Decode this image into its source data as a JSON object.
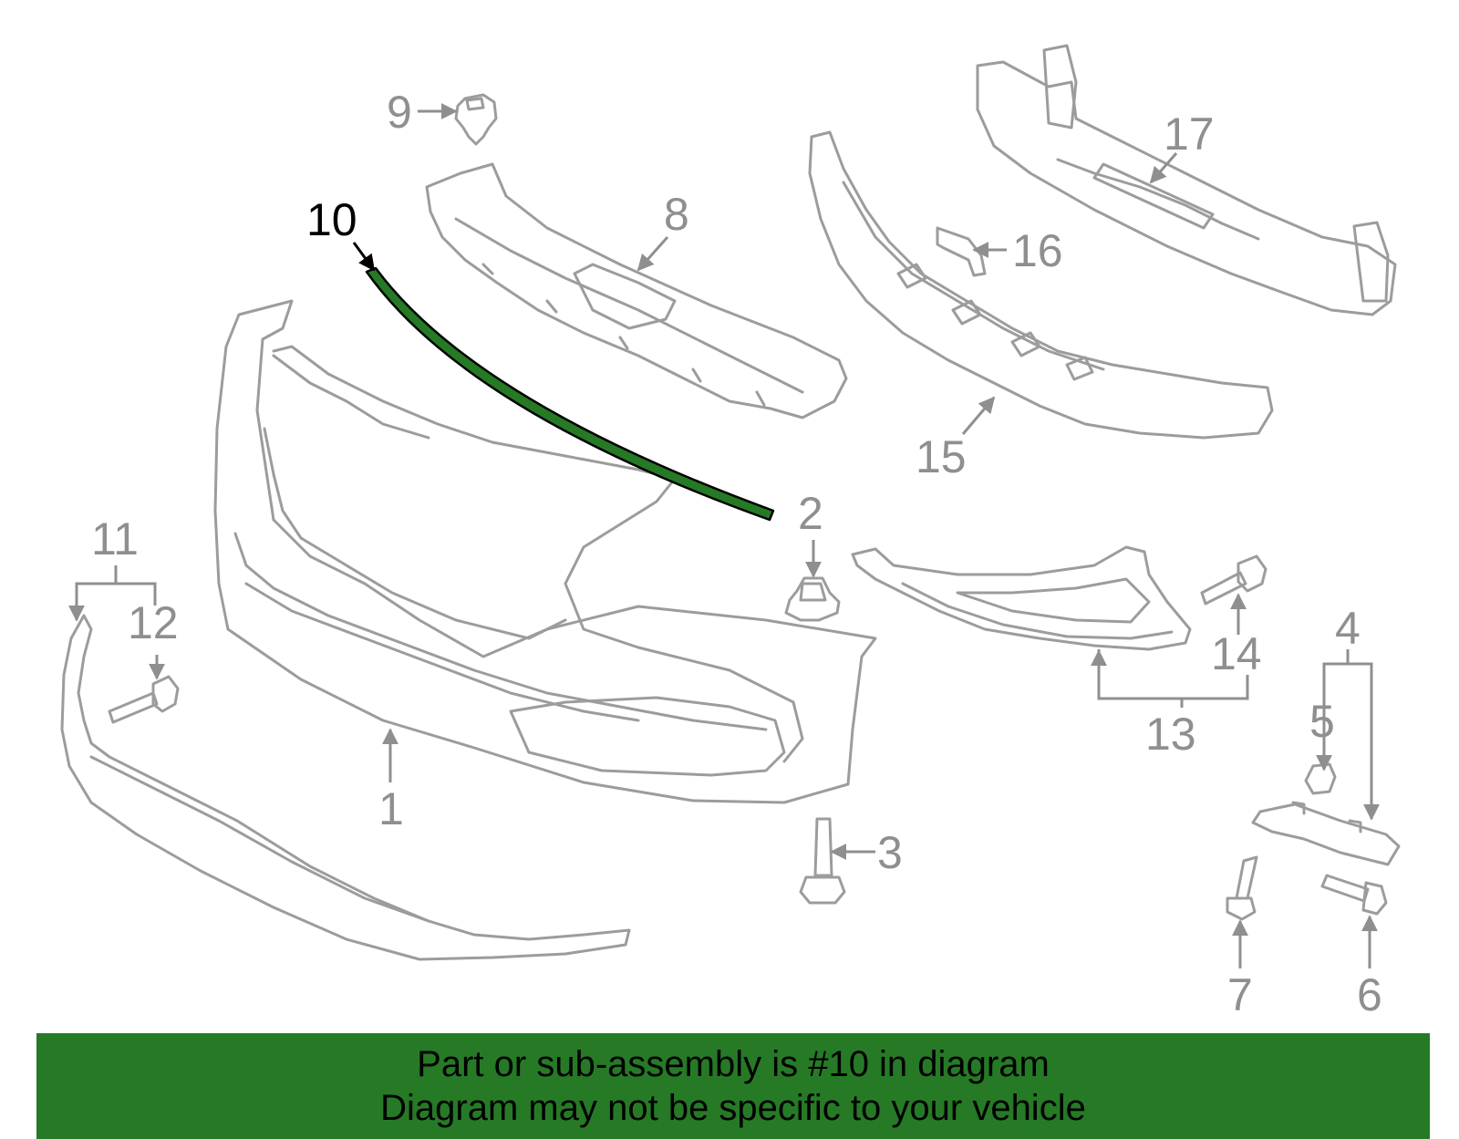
{
  "colors": {
    "highlight_part": "#267a26",
    "banner_background": "#267a26",
    "part_outline": "#9c9c9c",
    "callout_gray": "#8f8f8f",
    "callout_highlight": "#000000"
  },
  "callouts": [
    "1",
    "2",
    "3",
    "4",
    "5",
    "6",
    "7",
    "8",
    "9",
    "10",
    "11",
    "12",
    "13",
    "14",
    "15",
    "16",
    "17"
  ],
  "highlighted_callout": "10",
  "banner": {
    "line1": "Part or sub-assembly is #10 in diagram",
    "line2": "Diagram may not be specific to your vehicle"
  }
}
